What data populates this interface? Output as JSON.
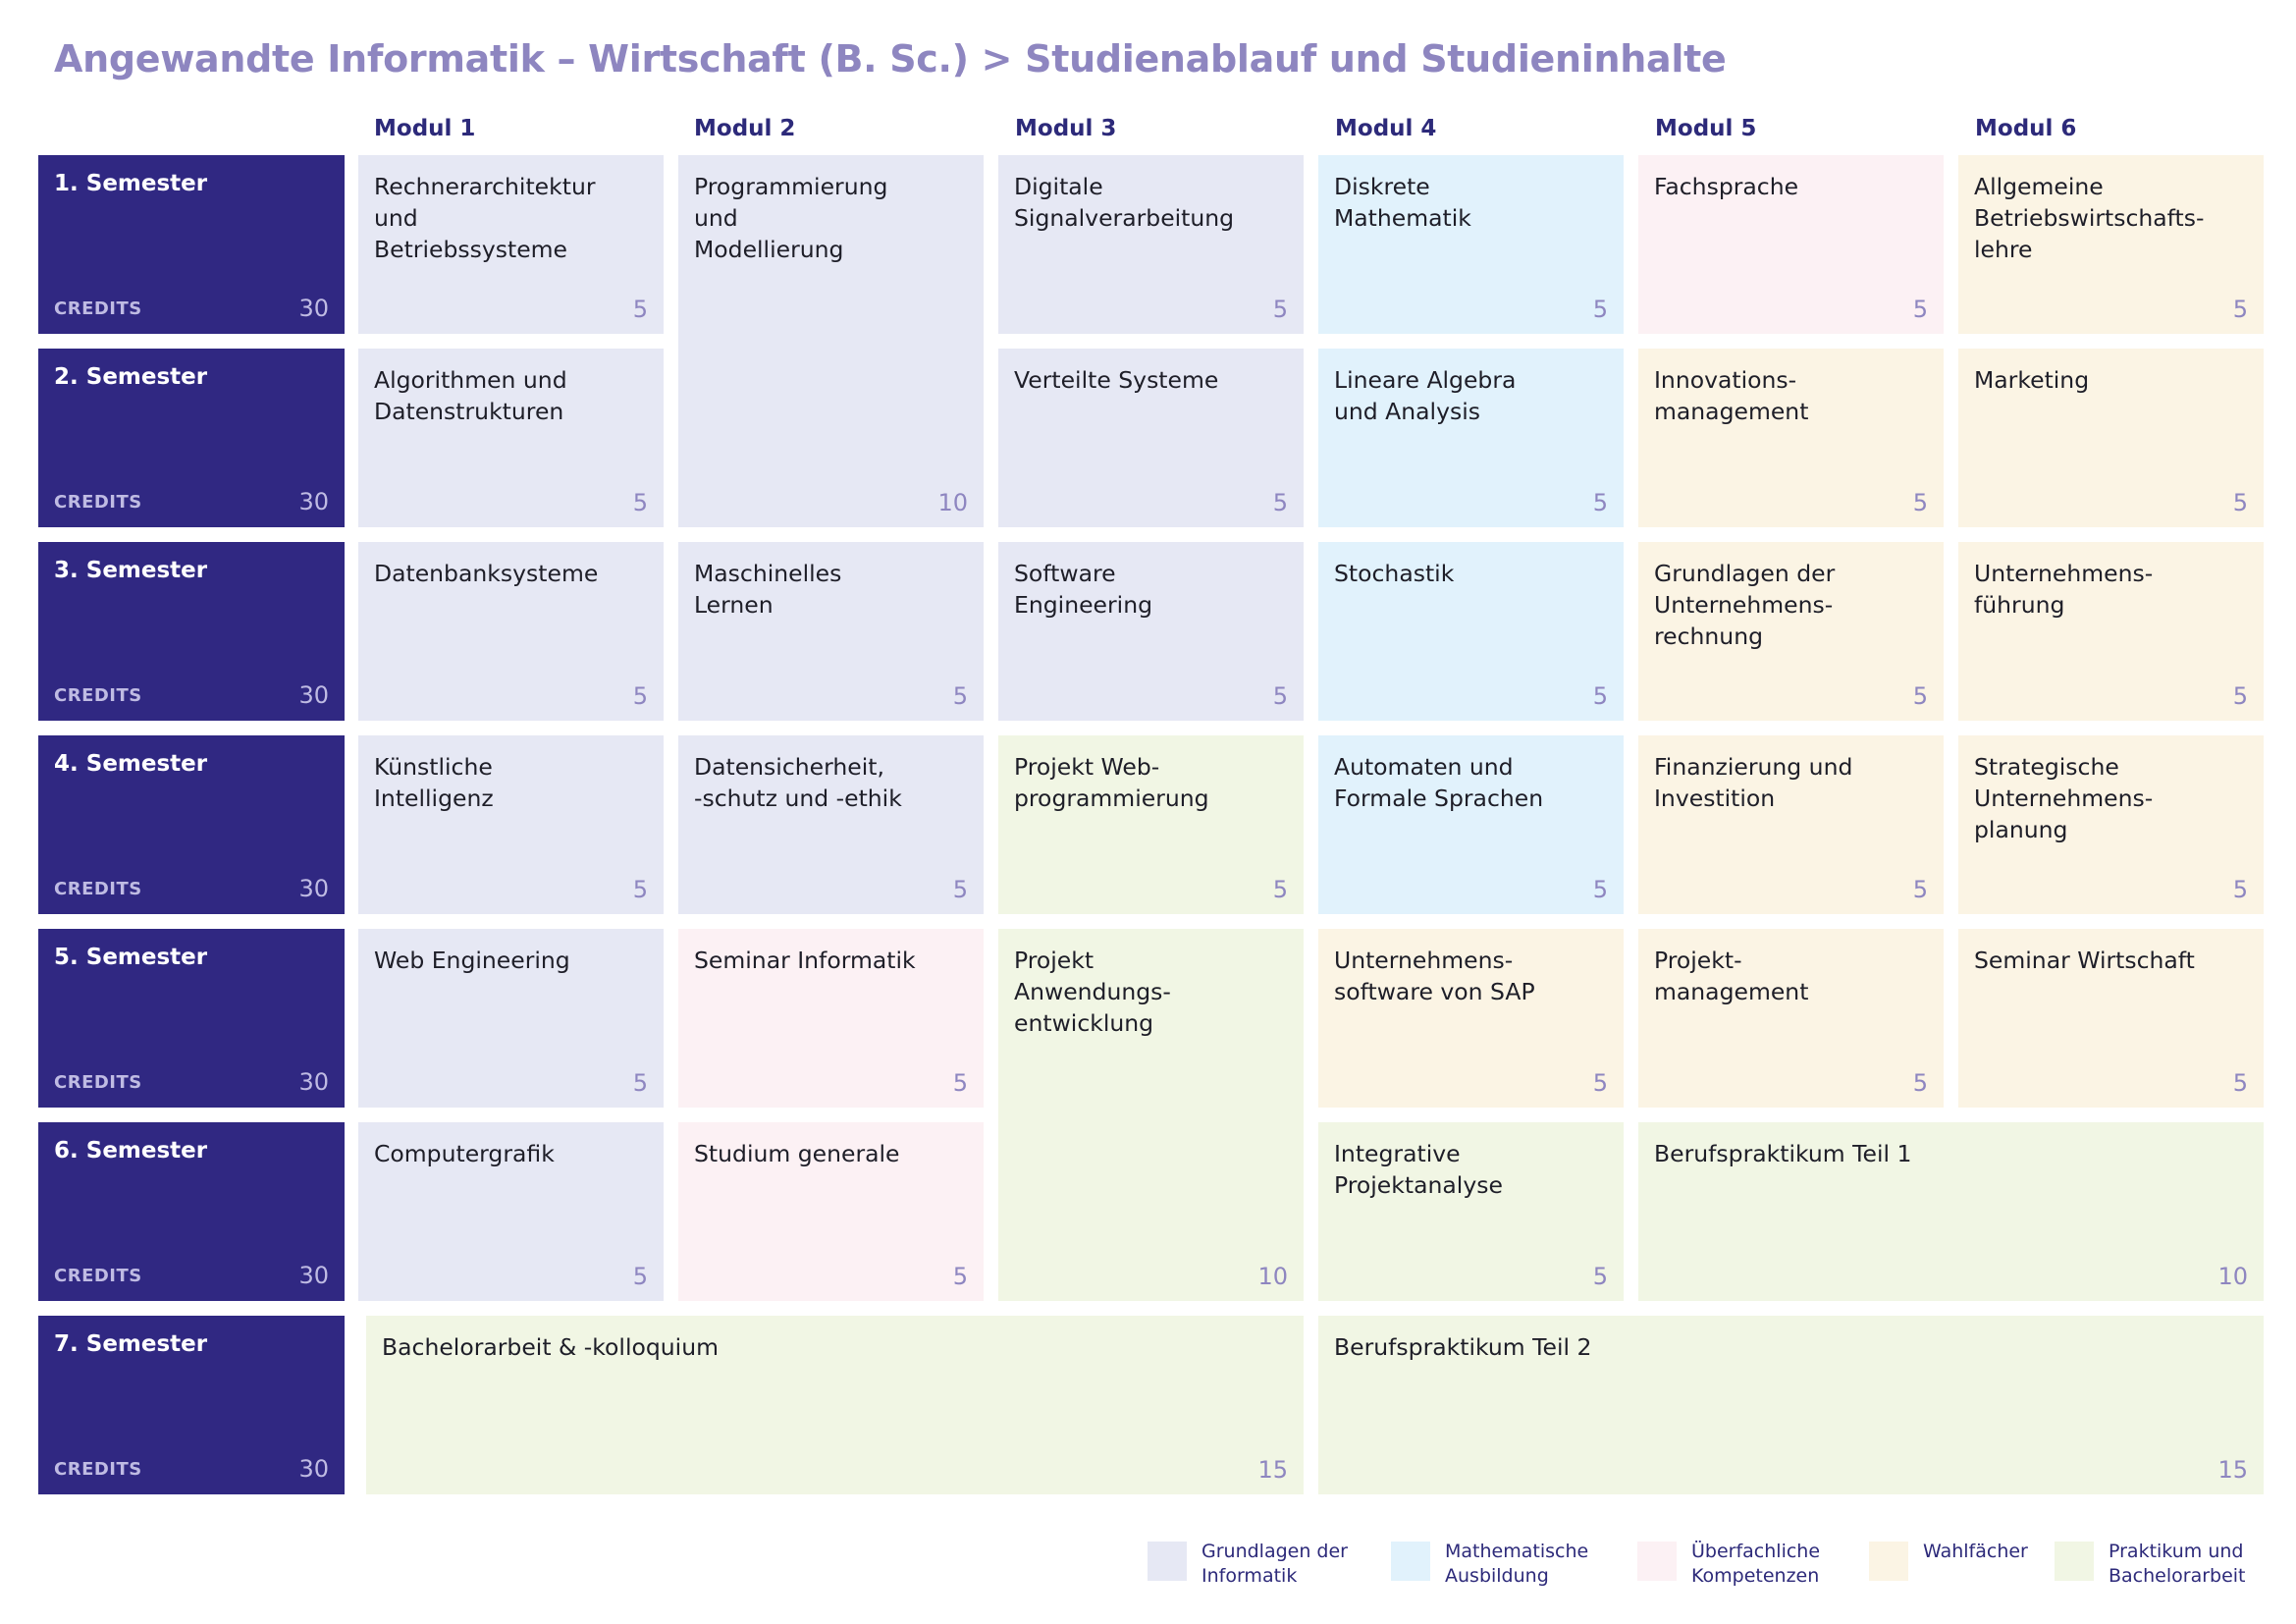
{
  "title": "Angewandte Informatik – Wirtschaft (B. Sc.) > Studienablauf und Studieninhalte",
  "credits_label": "CREDITS",
  "modules": [
    "Modul 1",
    "Modul 2",
    "Modul 3",
    "Modul 4",
    "Modul 5",
    "Modul 6"
  ],
  "semesters": [
    {
      "label": "1. Semester",
      "credits": "30"
    },
    {
      "label": "2. Semester",
      "credits": "30"
    },
    {
      "label": "3. Semester",
      "credits": "30"
    },
    {
      "label": "4. Semester",
      "credits": "30"
    },
    {
      "label": "5. Semester",
      "credits": "30"
    },
    {
      "label": "6. Semester",
      "credits": "30"
    },
    {
      "label": "7. Semester",
      "credits": "30"
    }
  ],
  "courses": [
    {
      "name": "Rechnerarchitektur\nund\nBetriebssysteme",
      "credits": "5",
      "category": "Grundlagen der Informatik"
    },
    {
      "name": "Programmierung\nund\nModellierung",
      "credits": "10",
      "category": "Grundlagen der Informatik"
    },
    {
      "name": "Digitale\nSignalverarbeitung",
      "credits": "5",
      "category": "Grundlagen der Informatik"
    },
    {
      "name": "Diskrete\nMathematik",
      "credits": "5",
      "category": "Mathematische Ausbildung"
    },
    {
      "name": "Fachsprache",
      "credits": "5",
      "category": "Überfachliche Kompetenzen"
    },
    {
      "name": "Allgemeine\nBetriebswirtschafts-\nlehre",
      "credits": "5",
      "category": "Wahlfächer"
    },
    {
      "name": "Algorithmen und\nDatenstrukturen",
      "credits": "5",
      "category": "Grundlagen der Informatik"
    },
    {
      "name": "Verteilte Systeme",
      "credits": "5",
      "category": "Grundlagen der Informatik"
    },
    {
      "name": "Lineare Algebra\nund Analysis",
      "credits": "5",
      "category": "Mathematische Ausbildung"
    },
    {
      "name": "Innovations-\nmanagement",
      "credits": "5",
      "category": "Wahlfächer"
    },
    {
      "name": "Marketing",
      "credits": "5",
      "category": "Wahlfächer"
    },
    {
      "name": "Datenbanksysteme",
      "credits": "5",
      "category": "Grundlagen der Informatik"
    },
    {
      "name": "Maschinelles\nLernen",
      "credits": "5",
      "category": "Grundlagen der Informatik"
    },
    {
      "name": "Software\nEngineering",
      "credits": "5",
      "category": "Grundlagen der Informatik"
    },
    {
      "name": "Stochastik",
      "credits": "5",
      "category": "Mathematische Ausbildung"
    },
    {
      "name": "Grundlagen der\nUnternehmens-\nrechnung",
      "credits": "5",
      "category": "Wahlfächer"
    },
    {
      "name": "Unternehmens-\nführung",
      "credits": "5",
      "category": "Wahlfächer"
    },
    {
      "name": "Künstliche\nIntelligenz",
      "credits": "5",
      "category": "Grundlagen der Informatik"
    },
    {
      "name": "Datensicherheit,\n-schutz und -ethik",
      "credits": "5",
      "category": "Grundlagen der Informatik"
    },
    {
      "name": "Projekt Web-\nprogrammierung",
      "credits": "5",
      "category": "Praktikum und Bachelorarbeit"
    },
    {
      "name": "Automaten und\nFormale Sprachen",
      "credits": "5",
      "category": "Mathematische Ausbildung"
    },
    {
      "name": "Finanzierung und\nInvestition",
      "credits": "5",
      "category": "Wahlfächer"
    },
    {
      "name": "Strategische\nUnternehmens-\nplanung",
      "credits": "5",
      "category": "Wahlfächer"
    },
    {
      "name": "Web Engineering",
      "credits": "5",
      "category": "Grundlagen der Informatik"
    },
    {
      "name": "Seminar Informatik",
      "credits": "5",
      "category": "Überfachliche Kompetenzen"
    },
    {
      "name": "Projekt\nAnwendungs-\nentwicklung",
      "credits": "10",
      "category": "Praktikum und Bachelorarbeit"
    },
    {
      "name": "Unternehmens-\nsoftware von SAP",
      "credits": "5",
      "category": "Wahlfächer"
    },
    {
      "name": "Projekt-\nmanagement",
      "credits": "5",
      "category": "Wahlfächer"
    },
    {
      "name": "Seminar Wirtschaft",
      "credits": "5",
      "category": "Wahlfächer"
    },
    {
      "name": "Computergrafik",
      "credits": "5",
      "category": "Grundlagen der Informatik"
    },
    {
      "name": "Studium generale",
      "credits": "5",
      "category": "Überfachliche Kompetenzen"
    },
    {
      "name": "Integrative\nProjektanalyse",
      "credits": "5",
      "category": "Praktikum und Bachelorarbeit"
    },
    {
      "name": "Berufspraktikum Teil 1",
      "credits": "10",
      "category": "Praktikum und Bachelorarbeit"
    },
    {
      "name": "Bachelorarbeit & -kolloquium",
      "credits": "15",
      "category": "Praktikum und Bachelorarbeit"
    },
    {
      "name": "Berufspraktikum Teil 2",
      "credits": "15",
      "category": "Praktikum und Bachelorarbeit"
    }
  ],
  "legend": [
    {
      "label": "Grundlagen der\nInformatik",
      "color": "#e6e8f4"
    },
    {
      "label": "Mathematische\nAusbildung",
      "color": "#e1f2fc"
    },
    {
      "label": "Überfachliche\nKompetenzen",
      "color": "#fcf1f4"
    },
    {
      "label": "Wahlfächer",
      "color": "#fbf4e4"
    },
    {
      "label": "Praktikum und\nBachelorarbeit",
      "color": "#f1f6e4"
    }
  ]
}
